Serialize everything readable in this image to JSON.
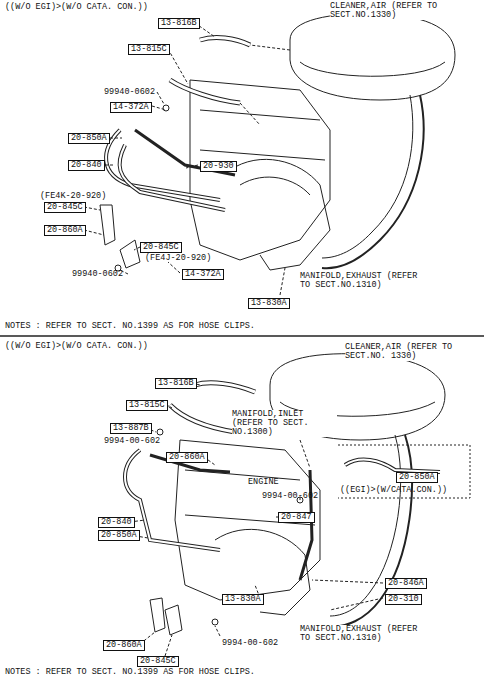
{
  "diagram": {
    "labels": [
      "((W/O EGI)>(W/O CATA. CON.))",
      "CLEANER,AIR (REFER TO SECT.NO.1330)",
      "13-816B",
      "13-815C",
      "99940-0602",
      "14-372A",
      "20-850A",
      "20-840",
      "20-930",
      "(FE4K-20-920)",
      "20-845C",
      "20-860A",
      "20-845C",
      "(FE4J-20-920)",
      "99940-0602",
      "14-372A",
      "MANIFOLD,EXHAUST (REFER TO SECT.NO.1310)",
      "13-830A",
      "NOTES : REFER TO SECT. NO.1399  AS FOR HOSE CLIPS.",
      "((W/O EGI)>(W/O CATA. CON.))",
      "CLEANER,AIR (REFER TO SECT.NO. 1330)",
      "13-816B",
      "13-815C",
      "13-887B",
      "9994-00-602",
      "MANIFOLD,INLET (REFER TO SECT. NO.1300)",
      "20-860A",
      "ENGINE",
      "20-850A",
      "((EGI)>(W/CATA.CON.))",
      "9994-00-602",
      "20-840",
      "20-850A",
      "20-847",
      "20-846A",
      "20-310",
      "13-830A",
      "MANIFOLD,EXHAUST (REFER TO SECT.NO.1310)",
      "9994-00-602",
      "20-860A",
      "20-845C",
      "NOTES : REFER TO SECT. NO.1399  AS FOR HOSE CLIPS."
    ]
  }
}
